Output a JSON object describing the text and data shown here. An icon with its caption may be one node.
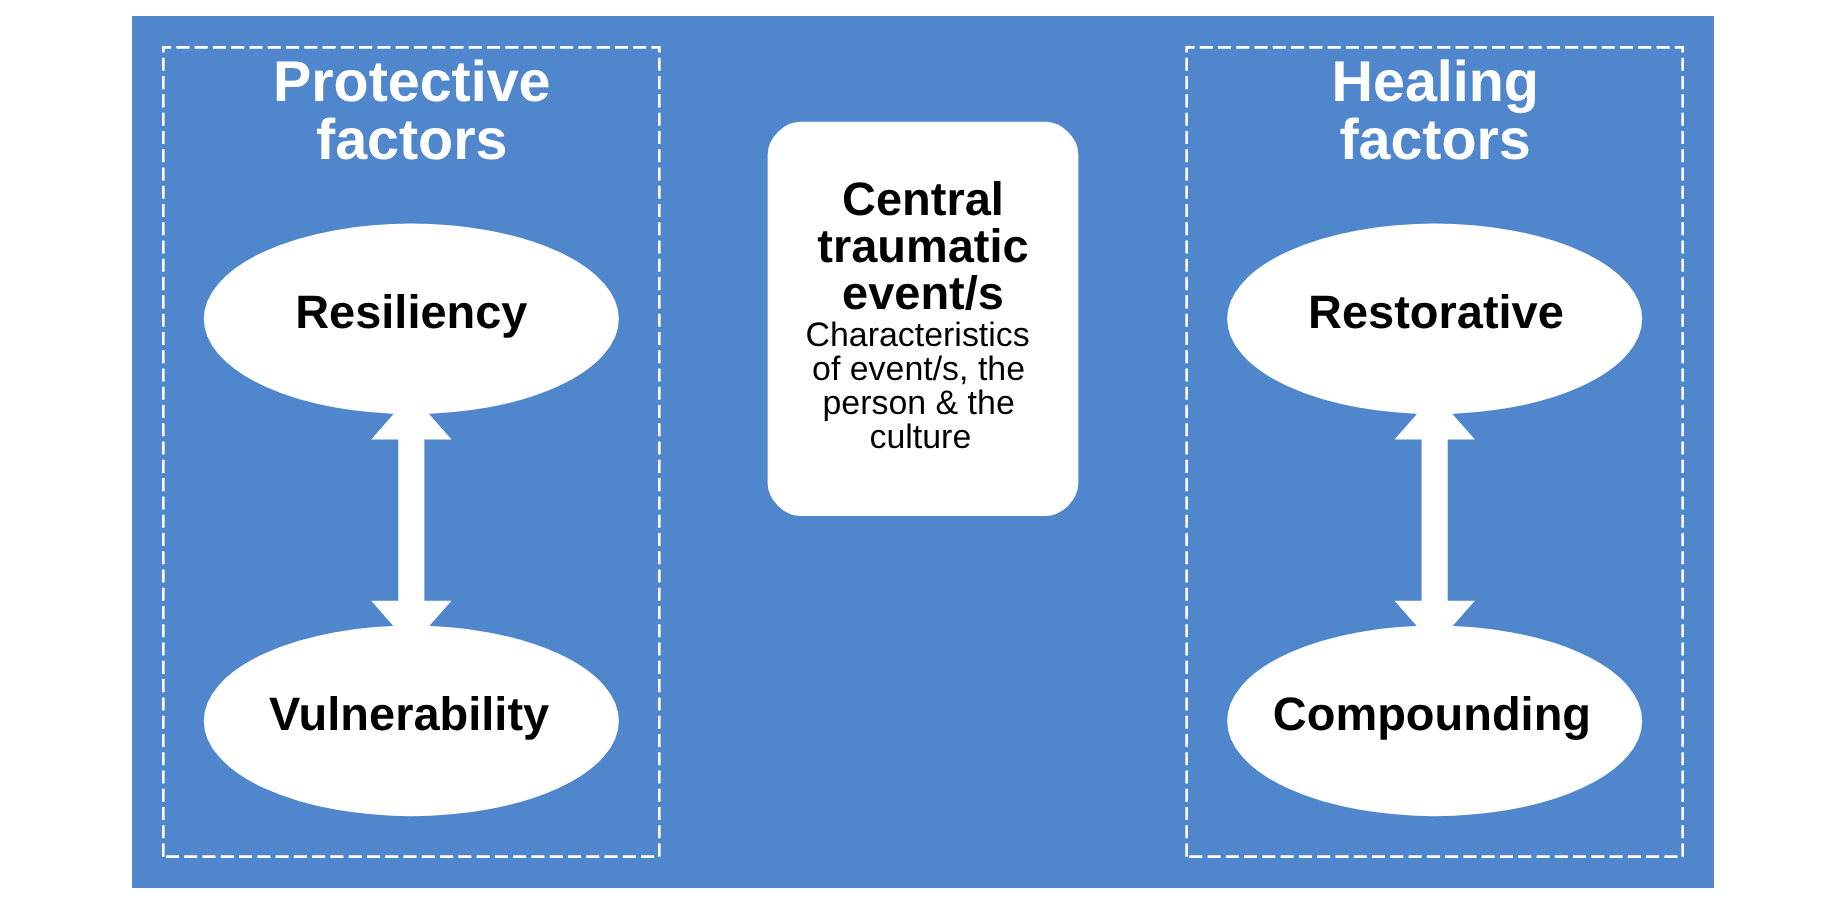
{
  "diagram": {
    "nodes": [
      {
        "text": [
          "Protective factors"
        ]
      },
      {
        "text": [
          "Resiliency"
        ],
        "in": 0
      },
      {
        "text": [
          "Vulnerability"
        ],
        "in": 0
      },
      {
        "text": [
          "Central traumatic event/s",
          "Characteristics of event/s, the person & the culture"
        ]
      },
      {
        "text": [
          "Healing factors"
        ]
      },
      {
        "text": [
          "Restorative"
        ],
        "in": 4
      },
      {
        "text": [
          "Compounding"
        ],
        "in": 4
      }
    ],
    "edges": [
      {
        "from": 1,
        "to": 2,
        "arrow": "both"
      },
      {
        "from": 5,
        "to": 6,
        "arrow": "both"
      }
    ]
  }
}
